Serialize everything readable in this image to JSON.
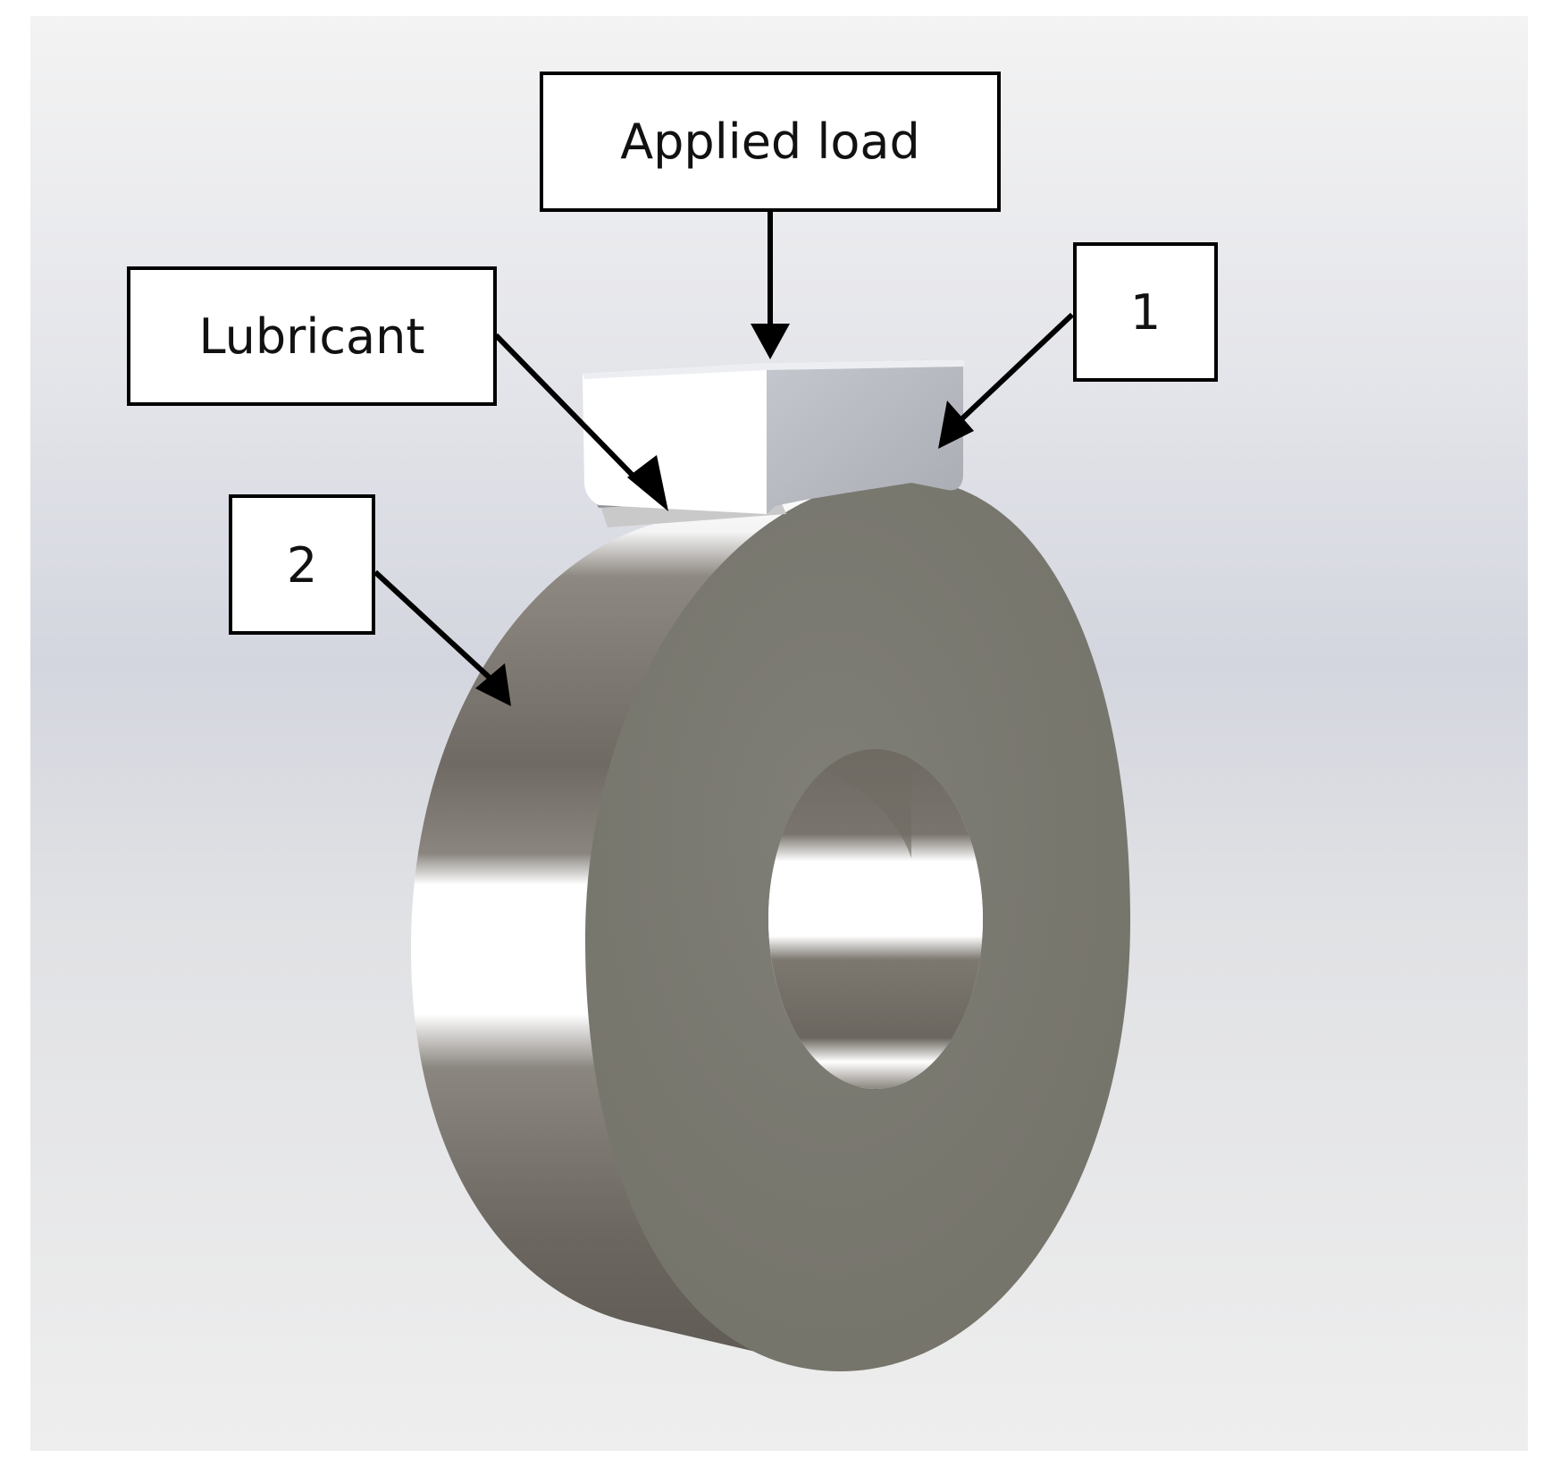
{
  "labels": {
    "applied_load": "Applied load",
    "lubricant": "Lubricant",
    "part_1": "1",
    "part_2": "2"
  },
  "colors": {
    "background_light": "#f2f2f2",
    "background_band": "#d6d9e2",
    "disc_face": "#7b7a73",
    "disc_rim_dark": "#6a655f",
    "disc_rim_highlight": "#ffffff",
    "block_face": "#b9bcc2",
    "block_top": "#ffffff",
    "arrow": "#000000"
  }
}
